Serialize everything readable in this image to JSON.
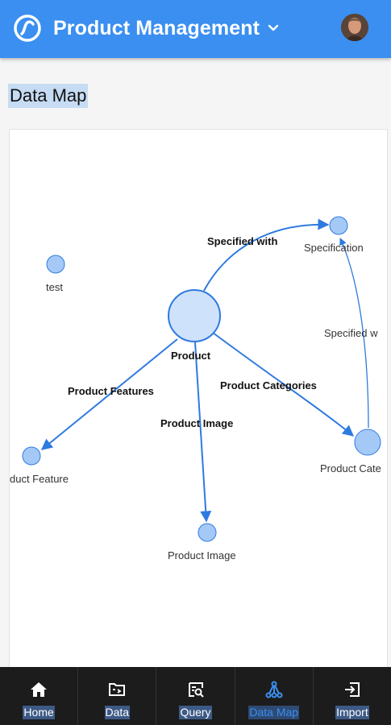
{
  "header": {
    "title": "Product Management",
    "accent_color": "#3a8ff0",
    "logo_icon": "app-logo-icon",
    "dropdown_icon": "chevron-down-icon",
    "avatar_icon": "user-avatar"
  },
  "page": {
    "title": "Data Map"
  },
  "map": {
    "nodes": {
      "product": "Product",
      "specification": "Specification",
      "test": "test",
      "product_feature": "duct Feature",
      "product_image": "Product Image",
      "product_categories": "Product Cate"
    },
    "edges": {
      "specified_with": "Specified with",
      "specified_with_2": "Specified w",
      "product_features": "Product Features",
      "product_image": "Product Image",
      "product_categories": "Product Categories"
    }
  },
  "nav": {
    "items": [
      {
        "label": "Home",
        "icon": "home-icon"
      },
      {
        "label": "Data",
        "icon": "data-folder-icon"
      },
      {
        "label": "Query",
        "icon": "query-icon"
      },
      {
        "label": "Data Map",
        "icon": "data-map-icon",
        "active": true
      },
      {
        "label": "Import",
        "icon": "import-icon"
      }
    ]
  }
}
